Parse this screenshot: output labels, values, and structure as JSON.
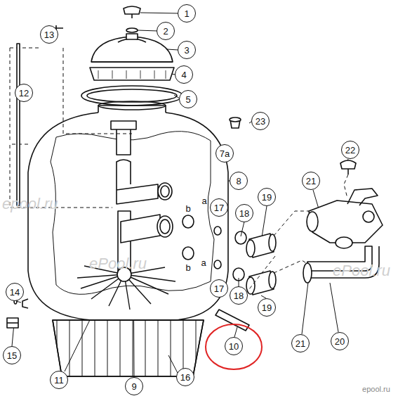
{
  "diagram": {
    "nodes": [
      {
        "text": [
          "1"
        ]
      },
      {
        "text": [
          "2"
        ]
      },
      {
        "text": [
          "13"
        ]
      },
      {
        "text": [
          "3"
        ]
      },
      {
        "text": [
          "4"
        ]
      },
      {
        "text": [
          "12"
        ]
      },
      {
        "text": [
          "5"
        ]
      },
      {
        "text": [
          "23"
        ]
      },
      {
        "text": [
          "7a"
        ]
      },
      {
        "text": [
          "22"
        ]
      },
      {
        "text": [
          "8"
        ]
      },
      {
        "text": [
          "21"
        ]
      },
      {
        "text": [
          "17"
        ]
      },
      {
        "text": [
          "18"
        ]
      },
      {
        "text": [
          "19"
        ]
      },
      {
        "text": [
          "17"
        ]
      },
      {
        "text": [
          "18"
        ]
      },
      {
        "text": [
          "19"
        ]
      },
      {
        "text": [
          "14"
        ]
      },
      {
        "text": [
          "21"
        ]
      },
      {
        "text": [
          "20"
        ]
      },
      {
        "text": [
          "15"
        ]
      },
      {
        "text": [
          "10"
        ]
      },
      {
        "text": [
          "11"
        ]
      },
      {
        "text": [
          "16"
        ]
      },
      {
        "text": [
          "9"
        ]
      }
    ],
    "edges": [],
    "labels": [
      "b",
      "a",
      "b",
      "a",
      "epool.ru",
      "ePool.ru",
      "ePool.ru",
      "epool.ru"
    ]
  }
}
